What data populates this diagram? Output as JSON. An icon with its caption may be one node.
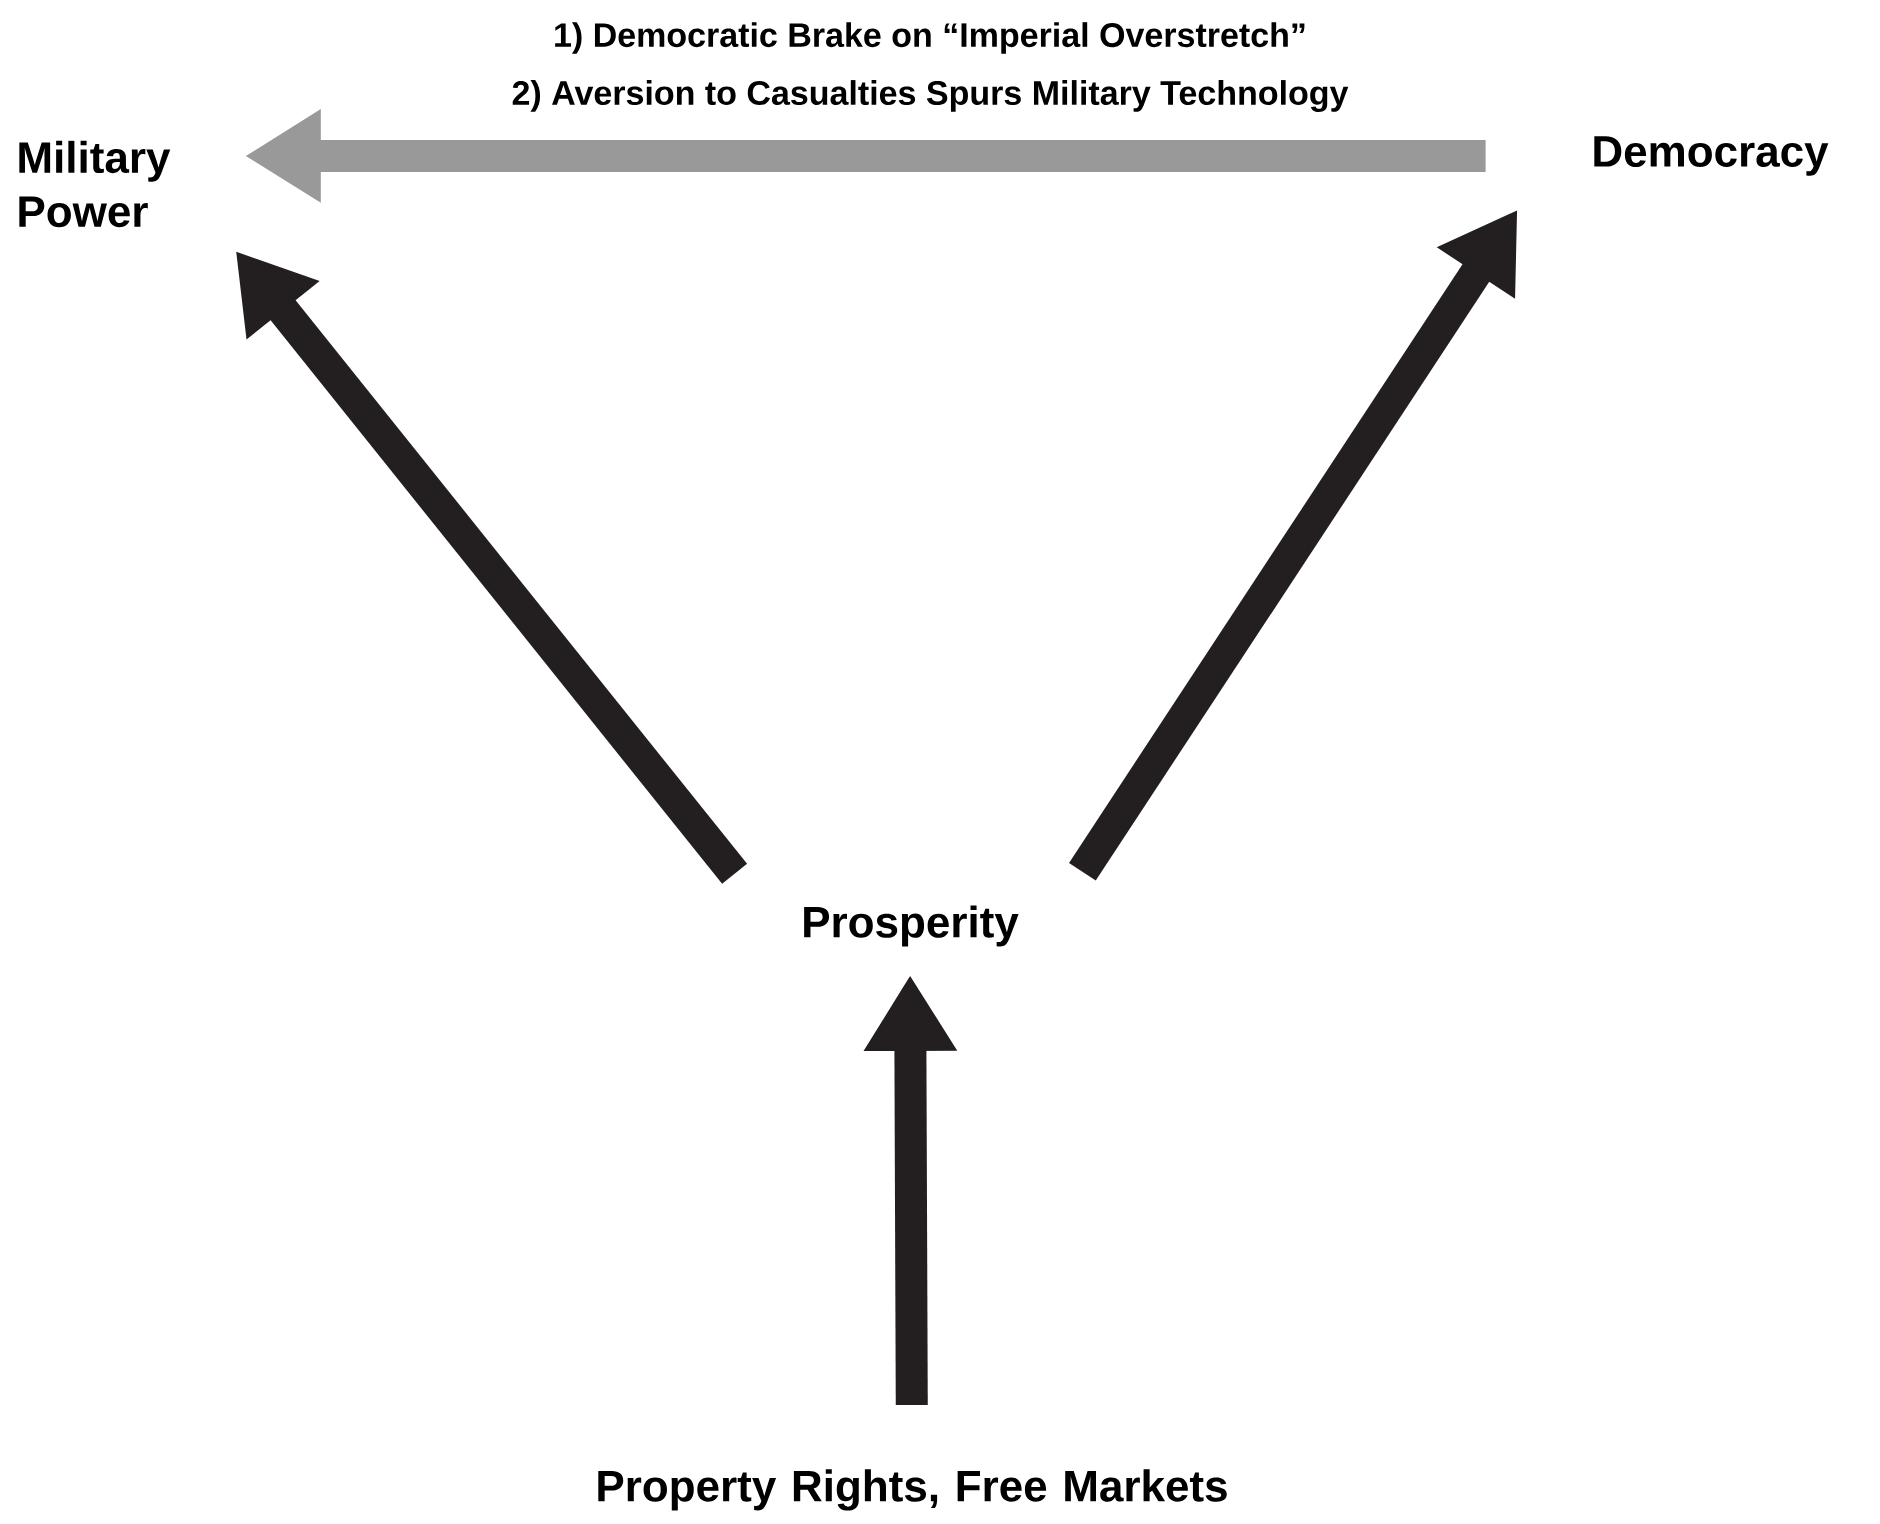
{
  "diagram": {
    "nodes": [
      {
        "text": [
          "Military Power"
        ]
      },
      {
        "text": [
          "Democracy"
        ]
      },
      {
        "text": [
          "Prosperity"
        ]
      },
      {
        "text": [
          "Property Rights, Free Markets"
        ]
      }
    ],
    "edges": [
      {
        "from": 1,
        "to": 0,
        "arrow": "to",
        "color": "#999999",
        "label": "1) Democratic Brake on “Imperial Overstretch”"
      },
      {
        "from": 2,
        "to": 0,
        "arrow": "to"
      },
      {
        "from": 2,
        "to": 1,
        "arrow": "to"
      },
      {
        "from": 3,
        "to": 2,
        "arrow": "to"
      }
    ],
    "labels": [
      "2) Aversion to Casualties Spurs Military Technology"
    ]
  }
}
